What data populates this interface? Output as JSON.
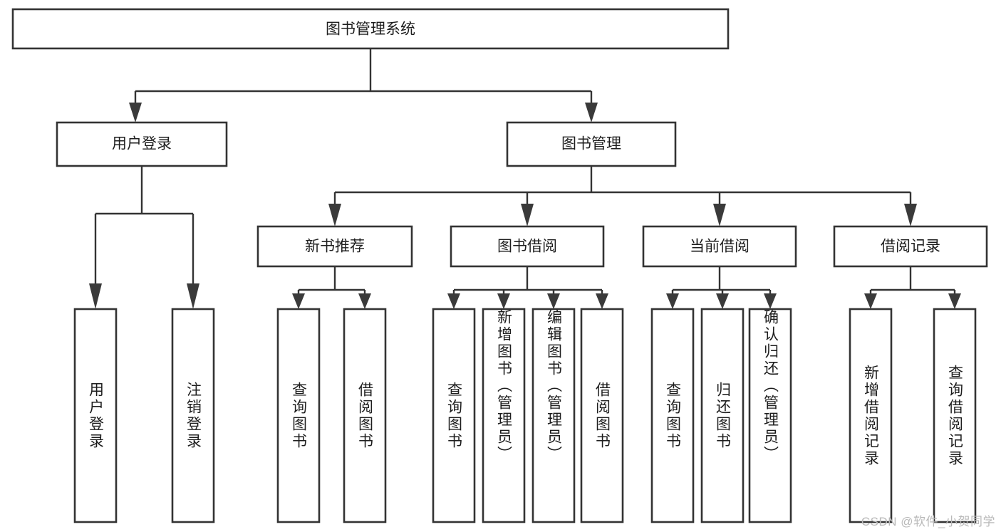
{
  "diagram": {
    "type": "tree",
    "title": "图书管理系统",
    "watermark": "CSDN @软件_小贺同学",
    "colors": {
      "box_stroke": "#333333",
      "box_fill": "#ffffff",
      "connector": "#333333",
      "arrow": "#3a3a3a",
      "text": "#1d1d1d",
      "watermark": "#b9b9b9",
      "background": "#ffffff"
    },
    "root": {
      "label": "图书管理系统",
      "orientation": "horizontal"
    },
    "level1": [
      {
        "label": "用户登录",
        "orientation": "horizontal"
      },
      {
        "label": "图书管理",
        "orientation": "horizontal"
      }
    ],
    "level2": [
      {
        "label": "新书推荐",
        "orientation": "horizontal",
        "parent": "图书管理"
      },
      {
        "label": "图书借阅",
        "orientation": "horizontal",
        "parent": "图书管理"
      },
      {
        "label": "当前借阅",
        "orientation": "horizontal",
        "parent": "图书管理"
      },
      {
        "label": "借阅记录",
        "orientation": "horizontal",
        "parent": "图书管理"
      }
    ],
    "leaves": [
      {
        "label": "用户登录",
        "orientation": "vertical",
        "parent": "用户登录"
      },
      {
        "label": "注销登录",
        "orientation": "vertical",
        "parent": "用户登录"
      },
      {
        "label": "查询图书",
        "orientation": "vertical",
        "parent": "新书推荐"
      },
      {
        "label": "借阅图书",
        "orientation": "vertical",
        "parent": "新书推荐"
      },
      {
        "label": "查询图书",
        "orientation": "vertical",
        "parent": "图书借阅"
      },
      {
        "label": "新增图书（管理员）",
        "orientation": "vertical",
        "parent": "图书借阅"
      },
      {
        "label": "编辑图书（管理员）",
        "orientation": "vertical",
        "parent": "图书借阅"
      },
      {
        "label": "借阅图书",
        "orientation": "vertical",
        "parent": "图书借阅"
      },
      {
        "label": "查询图书",
        "orientation": "vertical",
        "parent": "当前借阅"
      },
      {
        "label": "归还图书",
        "orientation": "vertical",
        "parent": "当前借阅"
      },
      {
        "label": "确认归还（管理员）",
        "orientation": "vertical",
        "parent": "当前借阅"
      },
      {
        "label": "新增借阅记录",
        "orientation": "vertical",
        "parent": "借阅记录"
      },
      {
        "label": "查询借阅记录",
        "orientation": "vertical",
        "parent": "借阅记录"
      }
    ]
  }
}
